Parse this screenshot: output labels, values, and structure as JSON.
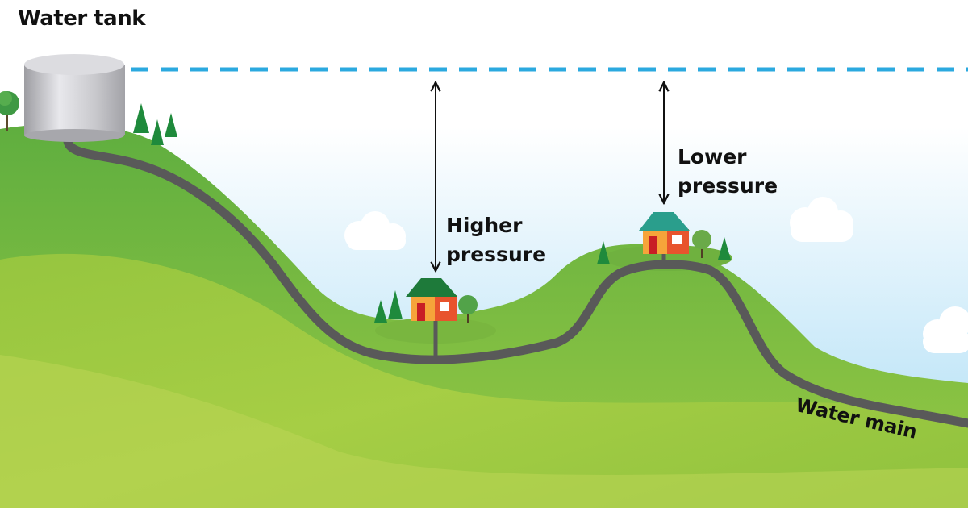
{
  "labels": {
    "water_tank": "Water tank",
    "higher_pressure": [
      "Higher",
      "pressure"
    ],
    "lower_pressure": [
      "Lower",
      "pressure"
    ],
    "water_main": "Water main"
  },
  "colors": {
    "sky_top": "#ffffff",
    "sky_bottom": "#a9dcf5",
    "hill_back_light": "#99cb44",
    "hill_back_dark": "#55a641",
    "hill_front_light": "#b3d04f",
    "hill_front_dark": "#86bb3c",
    "pipe": "#595959",
    "water_level_line": "#2ba9df",
    "tank": "#c8c8cc",
    "house_wall": "#f6a43a",
    "house_wall_side": "#e8542d",
    "house_roof_1": "#1e7a3a",
    "house_roof_2": "#2a9e8c",
    "tree": "#2c9a48"
  },
  "icons": [
    "water-tank-icon",
    "house-icon",
    "tree-icon",
    "cloud-icon",
    "double-arrow-icon"
  ]
}
